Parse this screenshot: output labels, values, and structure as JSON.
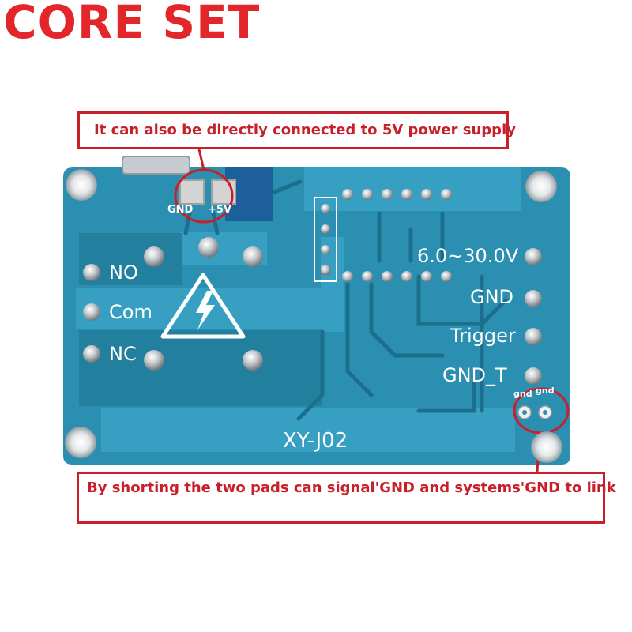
{
  "brand": {
    "text": "CORE SET",
    "color": "#e2262a"
  },
  "callouts": {
    "top": "It can also be directly connected to 5V power supply",
    "bottom": "By shorting the two pads can signal'GND and systems'GND to link",
    "color": "#c8202a"
  },
  "board": {
    "model": "XY-J02",
    "pcb_color": "#2a8fb0",
    "power_pads": [
      "GND",
      "+5V"
    ],
    "relay_terminals": [
      "NO",
      "Com",
      "NC"
    ],
    "input_pins": [
      "6.0~30.0V",
      "GND",
      "Trigger",
      "GND_T"
    ],
    "jumper_pads": [
      "gnd",
      "gnd"
    ],
    "icons": [
      "high-voltage-warning-icon"
    ]
  }
}
